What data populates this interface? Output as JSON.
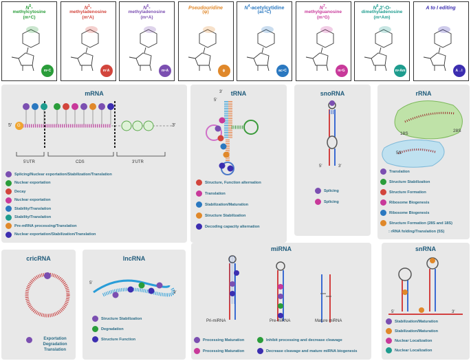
{
  "modifications": [
    {
      "l1": "N",
      "l1sup": "5",
      "l1suf": "-",
      "l2": "methylcytosine",
      "l3": "(m⁵C)",
      "color": "#2a9d3a",
      "badge": "m⁵C"
    },
    {
      "l1": "N",
      "l1sup": "1",
      "l1suf": "-",
      "l2": "methyladenosine",
      "l3": "(m¹A)",
      "color": "#d2453c",
      "badge": "m¹A"
    },
    {
      "l1": "N",
      "l1sup": "6",
      "l1suf": "-",
      "l2": "methyladenosine",
      "l3": "(m⁶A)",
      "color": "#7b4fb1",
      "badge": "m⁶A"
    },
    {
      "l1": "Pseudouridine",
      "l1sup": "",
      "l1suf": "",
      "l2": "(ψ)",
      "l3": "",
      "color": "#e0882a",
      "badge": "ψ"
    },
    {
      "l1": "N",
      "l1sup": "4",
      "l1suf": "-acetylcytidine",
      "l2": "(ac⁴C)",
      "l3": "",
      "color": "#2a78c0",
      "badge": "ac⁴C"
    },
    {
      "l1": "N",
      "l1sup": "7",
      "l1suf": "-",
      "l2": "methylguanosine",
      "l3": "(m⁷G)",
      "color": "#c8399a",
      "badge": "m⁷G"
    },
    {
      "l1": "N",
      "l1sup": "6",
      "l1suf": ",2′-O-",
      "l2": "dimethyladenosine",
      "l3": "(m⁶Am)",
      "color": "#1e9c8e",
      "badge": "m⁶Am"
    },
    {
      "l1": "A to I editing",
      "l1sup": "",
      "l1suf": "",
      "l2": "",
      "l3": "",
      "color": "#3c2eb0",
      "badge": "A→I"
    }
  ],
  "panels": {
    "mrna": {
      "title": "mRNA",
      "five": "5′",
      "three": "3′",
      "cap": "G",
      "regions": [
        "5′UTR",
        "CDS",
        "3′UTR"
      ],
      "legend": [
        {
          "badge": "m⁶A",
          "color": "#7b4fb1",
          "text": "Splicing/Nuclear exportation/Stabilization/Translation"
        },
        {
          "badge": "m⁵C",
          "color": "#2a9d3a",
          "text": "Nuclear exportation"
        },
        {
          "badge": "m¹A",
          "color": "#d2453c",
          "text": "Decay"
        },
        {
          "badge": "m⁷G",
          "color": "#c8399a",
          "text": "Nuclear exportation"
        },
        {
          "badge": "ac⁴C",
          "color": "#2a78c0",
          "text": "Stability/Translation"
        },
        {
          "badge": "m⁶Am",
          "color": "#1e9c8e",
          "text": "Stability/Translation"
        },
        {
          "badge": "ψ",
          "color": "#e0882a",
          "text": "Pre-mRNA processing/Translation"
        },
        {
          "badge": "A→I",
          "color": "#3c2eb0",
          "text": "Nuclear exportation/Stabilization/Translation"
        }
      ]
    },
    "trna": {
      "title": "tRNA",
      "five": "5′",
      "three": "3′",
      "legend": [
        {
          "badge": "m¹A",
          "color": "#d2453c",
          "text": "Structure, Function alternation"
        },
        {
          "badge": "m⁷G",
          "color": "#c8399a",
          "text": "Translation"
        },
        {
          "badge": "ac⁴C",
          "color": "#2a78c0",
          "text": "Stabilization/Maturation"
        },
        {
          "badge": "ψ",
          "color": "#e0882a",
          "text": "Structure Stabilization"
        },
        {
          "badge": "A→I",
          "color": "#3c2eb0",
          "text": "Decoding capacity  alternation"
        }
      ]
    },
    "snorna": {
      "title": "snoRNA",
      "five": "5′",
      "three": "3′",
      "legend": [
        {
          "badge": "m⁶A",
          "color": "#7b4fb1",
          "text": "Splicing"
        },
        {
          "badge": "m⁷G",
          "color": "#c8399a",
          "text": "Splicing"
        }
      ]
    },
    "rrna": {
      "title": "rRNA",
      "l18": "18S",
      "l28": "28S",
      "l5": "5S",
      "legend": [
        {
          "badge": "m⁶A",
          "color": "#7b4fb1",
          "text": "Translation"
        },
        {
          "badge": "m⁵C",
          "color": "#2a9d3a",
          "text": "Structure Stabilizaiton"
        },
        {
          "badge": "m¹A",
          "color": "#d2453c",
          "text": "Structure Formation"
        },
        {
          "badge": "m⁷G",
          "color": "#c8399a",
          "text": "Ribosome Biogenesis"
        },
        {
          "badge": "ac⁴C",
          "color": "#2a78c0",
          "text": "Ribosome Biogenesis"
        },
        {
          "badge": "ψ",
          "color": "#e0882a",
          "text": "Structure Formation (28S and 18S)"
        }
      ],
      "extra": ": rRNA folding/Translation (5S)"
    },
    "cricrna": {
      "title": "cricRNA",
      "lines": [
        "Exportation",
        "Degradation",
        "Translation"
      ]
    },
    "lncrna": {
      "title": "lncRNA",
      "five": "5′",
      "three": "3′",
      "legend": [
        {
          "badge": "m⁶A",
          "color": "#7b4fb1",
          "text": "Structure Stabilization"
        },
        {
          "badge": "m⁵C",
          "color": "#2a9d3a",
          "text": "Degradation"
        },
        {
          "badge": "A→I",
          "color": "#3c2eb0",
          "text": "Structure Function"
        }
      ]
    },
    "mirna": {
      "title": "miRNA",
      "labels": [
        "Pri-miRNA",
        "Pre-miRNA",
        "Mature miRNA"
      ],
      "legend": [
        {
          "badge": "m⁶A",
          "color": "#7b4fb1",
          "text": "Processing Maturation"
        },
        {
          "badge": "m⁵C",
          "color": "#2a9d3a",
          "text": "Inhibit processing and decrease cleavage"
        },
        {
          "badge": "m⁷G",
          "color": "#c8399a",
          "text": "Processing Maturation"
        },
        {
          "badge": "A→I",
          "color": "#3c2eb0",
          "text": "Decrease cleavage and mature miRNA biogenesis"
        }
      ]
    },
    "snrna": {
      "title": "snRNA",
      "five": "5′",
      "three": "3′",
      "legend": [
        {
          "badge": "m⁶A",
          "color": "#7b4fb1",
          "text": "Stabilization/Maturation"
        },
        {
          "badge": "ψ",
          "color": "#e0882a",
          "text": "Stabilization/Maturation"
        },
        {
          "badge": "m⁷G",
          "color": "#c8399a",
          "text": "Nuclear Localization"
        },
        {
          "badge": "m⁶Am",
          "color": "#1e9c8e",
          "text": "Nuclear Localization"
        }
      ]
    }
  }
}
